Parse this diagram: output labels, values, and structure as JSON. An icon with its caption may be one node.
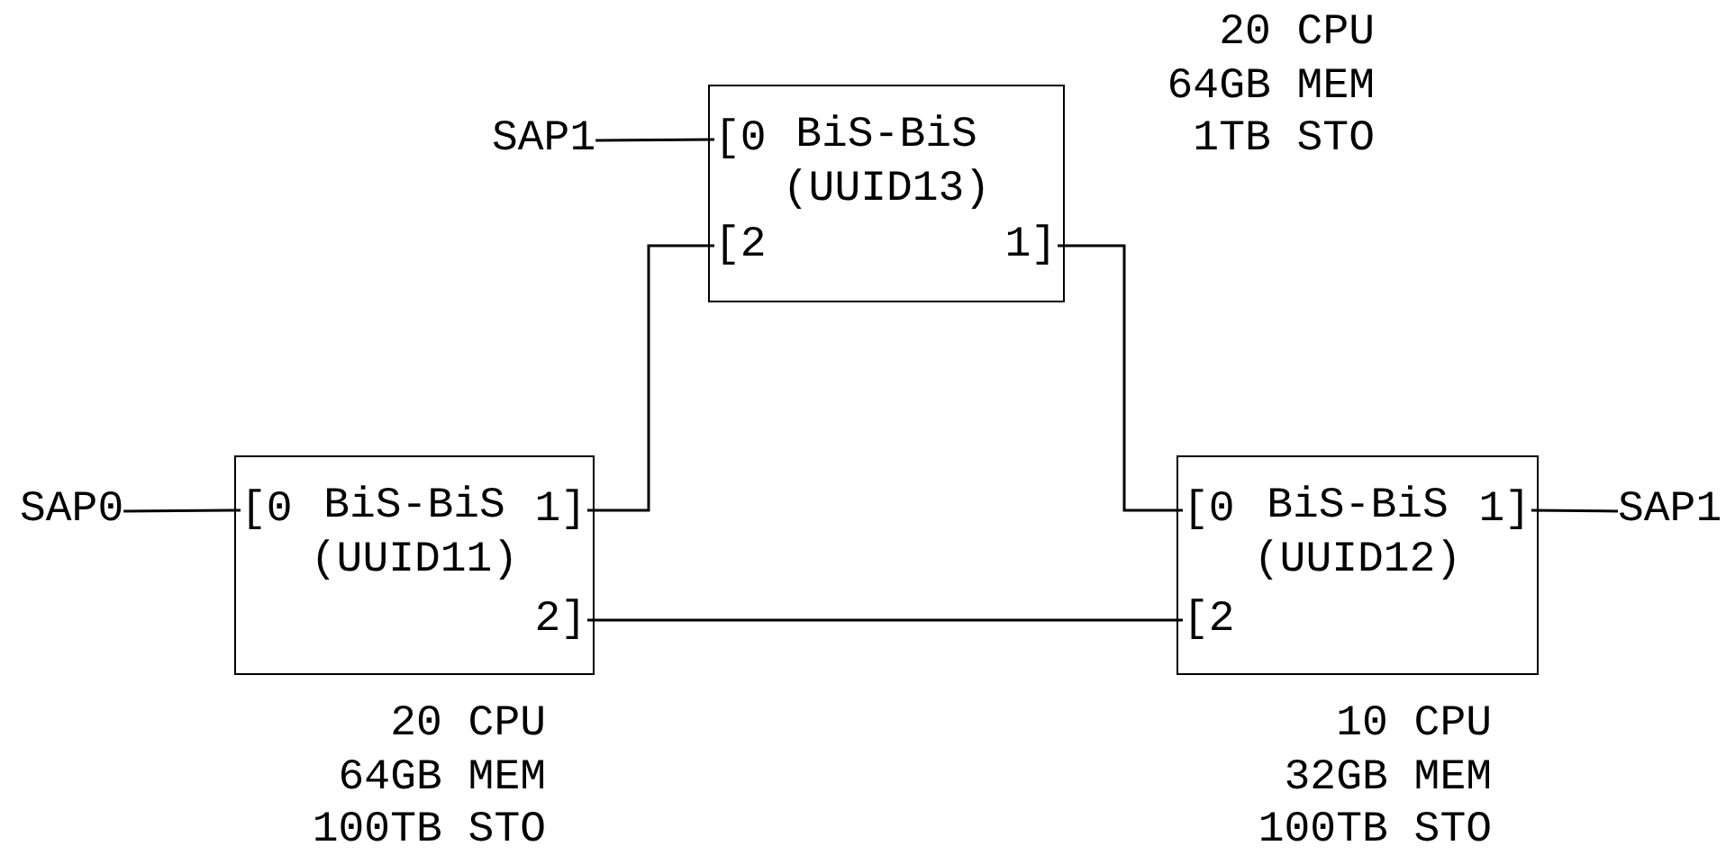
{
  "diagram": {
    "nodes": [
      {
        "text": [
          "BiS-BiS",
          "(UUID13)"
        ],
        "beside": [
          "20 CPU",
          "64GB MEM",
          "1TB STO"
        ]
      },
      {
        "text": [
          "[0"
        ],
        "in": 0
      },
      {
        "text": [
          "[2"
        ],
        "in": 0
      },
      {
        "text": [
          "1]"
        ],
        "in": 0
      },
      {
        "text": [
          "SAP1"
        ]
      },
      {
        "text": [
          "BiS-BiS",
          "(UUID11)"
        ],
        "beside": [
          "20 CPU",
          "64GB MEM",
          "100TB STO"
        ]
      },
      {
        "text": [
          "[0"
        ],
        "in": 5
      },
      {
        "text": [
          "1]"
        ],
        "in": 5
      },
      {
        "text": [
          "2]"
        ],
        "in": 5
      },
      {
        "text": [
          "SAP0"
        ]
      },
      {
        "text": [
          "BiS-BiS",
          "(UUID12)"
        ],
        "beside": [
          "10 CPU",
          "32GB MEM",
          "100TB STO"
        ]
      },
      {
        "text": [
          "[0"
        ],
        "in": 10
      },
      {
        "text": [
          "1]"
        ],
        "in": 10
      },
      {
        "text": [
          "[2"
        ],
        "in": 10
      },
      {
        "text": [
          "SAP1"
        ]
      }
    ],
    "edges": [
      {
        "from": 4,
        "to": 1,
        "arrow": "none"
      },
      {
        "from": 9,
        "to": 6,
        "arrow": "none"
      },
      {
        "from": 2,
        "to": 7,
        "arrow": "none"
      },
      {
        "from": 3,
        "to": 11,
        "arrow": "none"
      },
      {
        "from": 8,
        "to": 13,
        "arrow": "none"
      },
      {
        "from": 12,
        "to": 14,
        "arrow": "none"
      }
    ]
  }
}
